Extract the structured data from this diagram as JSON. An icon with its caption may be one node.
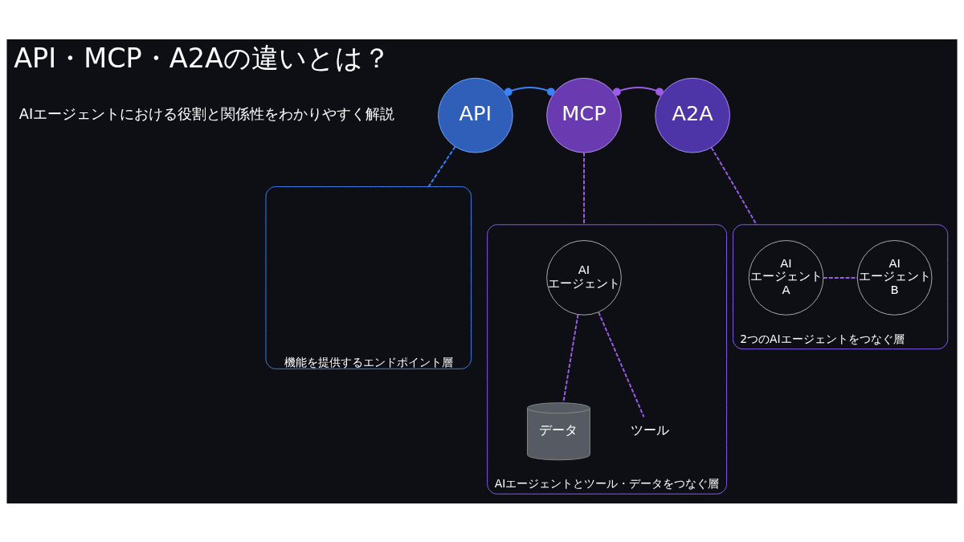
{
  "diagram": {
    "title": "API・MCP・A2Aの違いとは？",
    "nodes": [
      {
        "text": [
          "API"
        ]
      },
      {
        "text": [
          "MCP"
        ]
      },
      {
        "text": [
          "A2A"
        ]
      },
      {
        "text": [
          "機能を提供するエンドポイント層"
        ]
      },
      {
        "text": [
          "AIエージェントとツール・データをつなぐ層"
        ]
      },
      {
        "text": [
          "AI エージェント"
        ],
        "in": 4
      },
      {
        "text": [
          "データ"
        ],
        "in": 4
      },
      {
        "text": [
          "ツール"
        ],
        "in": 4
      },
      {
        "text": [
          "2つのAIエージェントをつなぐ層"
        ]
      },
      {
        "text": [
          "AI エージェント A"
        ],
        "in": 8
      },
      {
        "text": [
          "AI エージェント B"
        ],
        "in": 8
      }
    ],
    "edges": [
      {
        "from": 0,
        "to": 1,
        "arrow": "other",
        "color": "#3b82f6"
      },
      {
        "from": 1,
        "to": 2,
        "arrow": "other"
      },
      {
        "from": 0,
        "to": 3,
        "arrow": "none",
        "style": "dashed",
        "color": "#3b82f6"
      },
      {
        "from": 1,
        "to": 4,
        "arrow": "none",
        "style": "dashed"
      },
      {
        "from": 2,
        "to": 8,
        "arrow": "none",
        "style": "dashed"
      },
      {
        "from": 5,
        "to": 6,
        "arrow": "none",
        "style": "dashed"
      },
      {
        "from": 5,
        "to": 7,
        "arrow": "none",
        "style": "dashed"
      },
      {
        "from": 9,
        "to": 10,
        "arrow": "none",
        "style": "dashed"
      }
    ],
    "labels": [
      "AIエージェントにおける役割と関係性をわかりやすく解説"
    ]
  }
}
